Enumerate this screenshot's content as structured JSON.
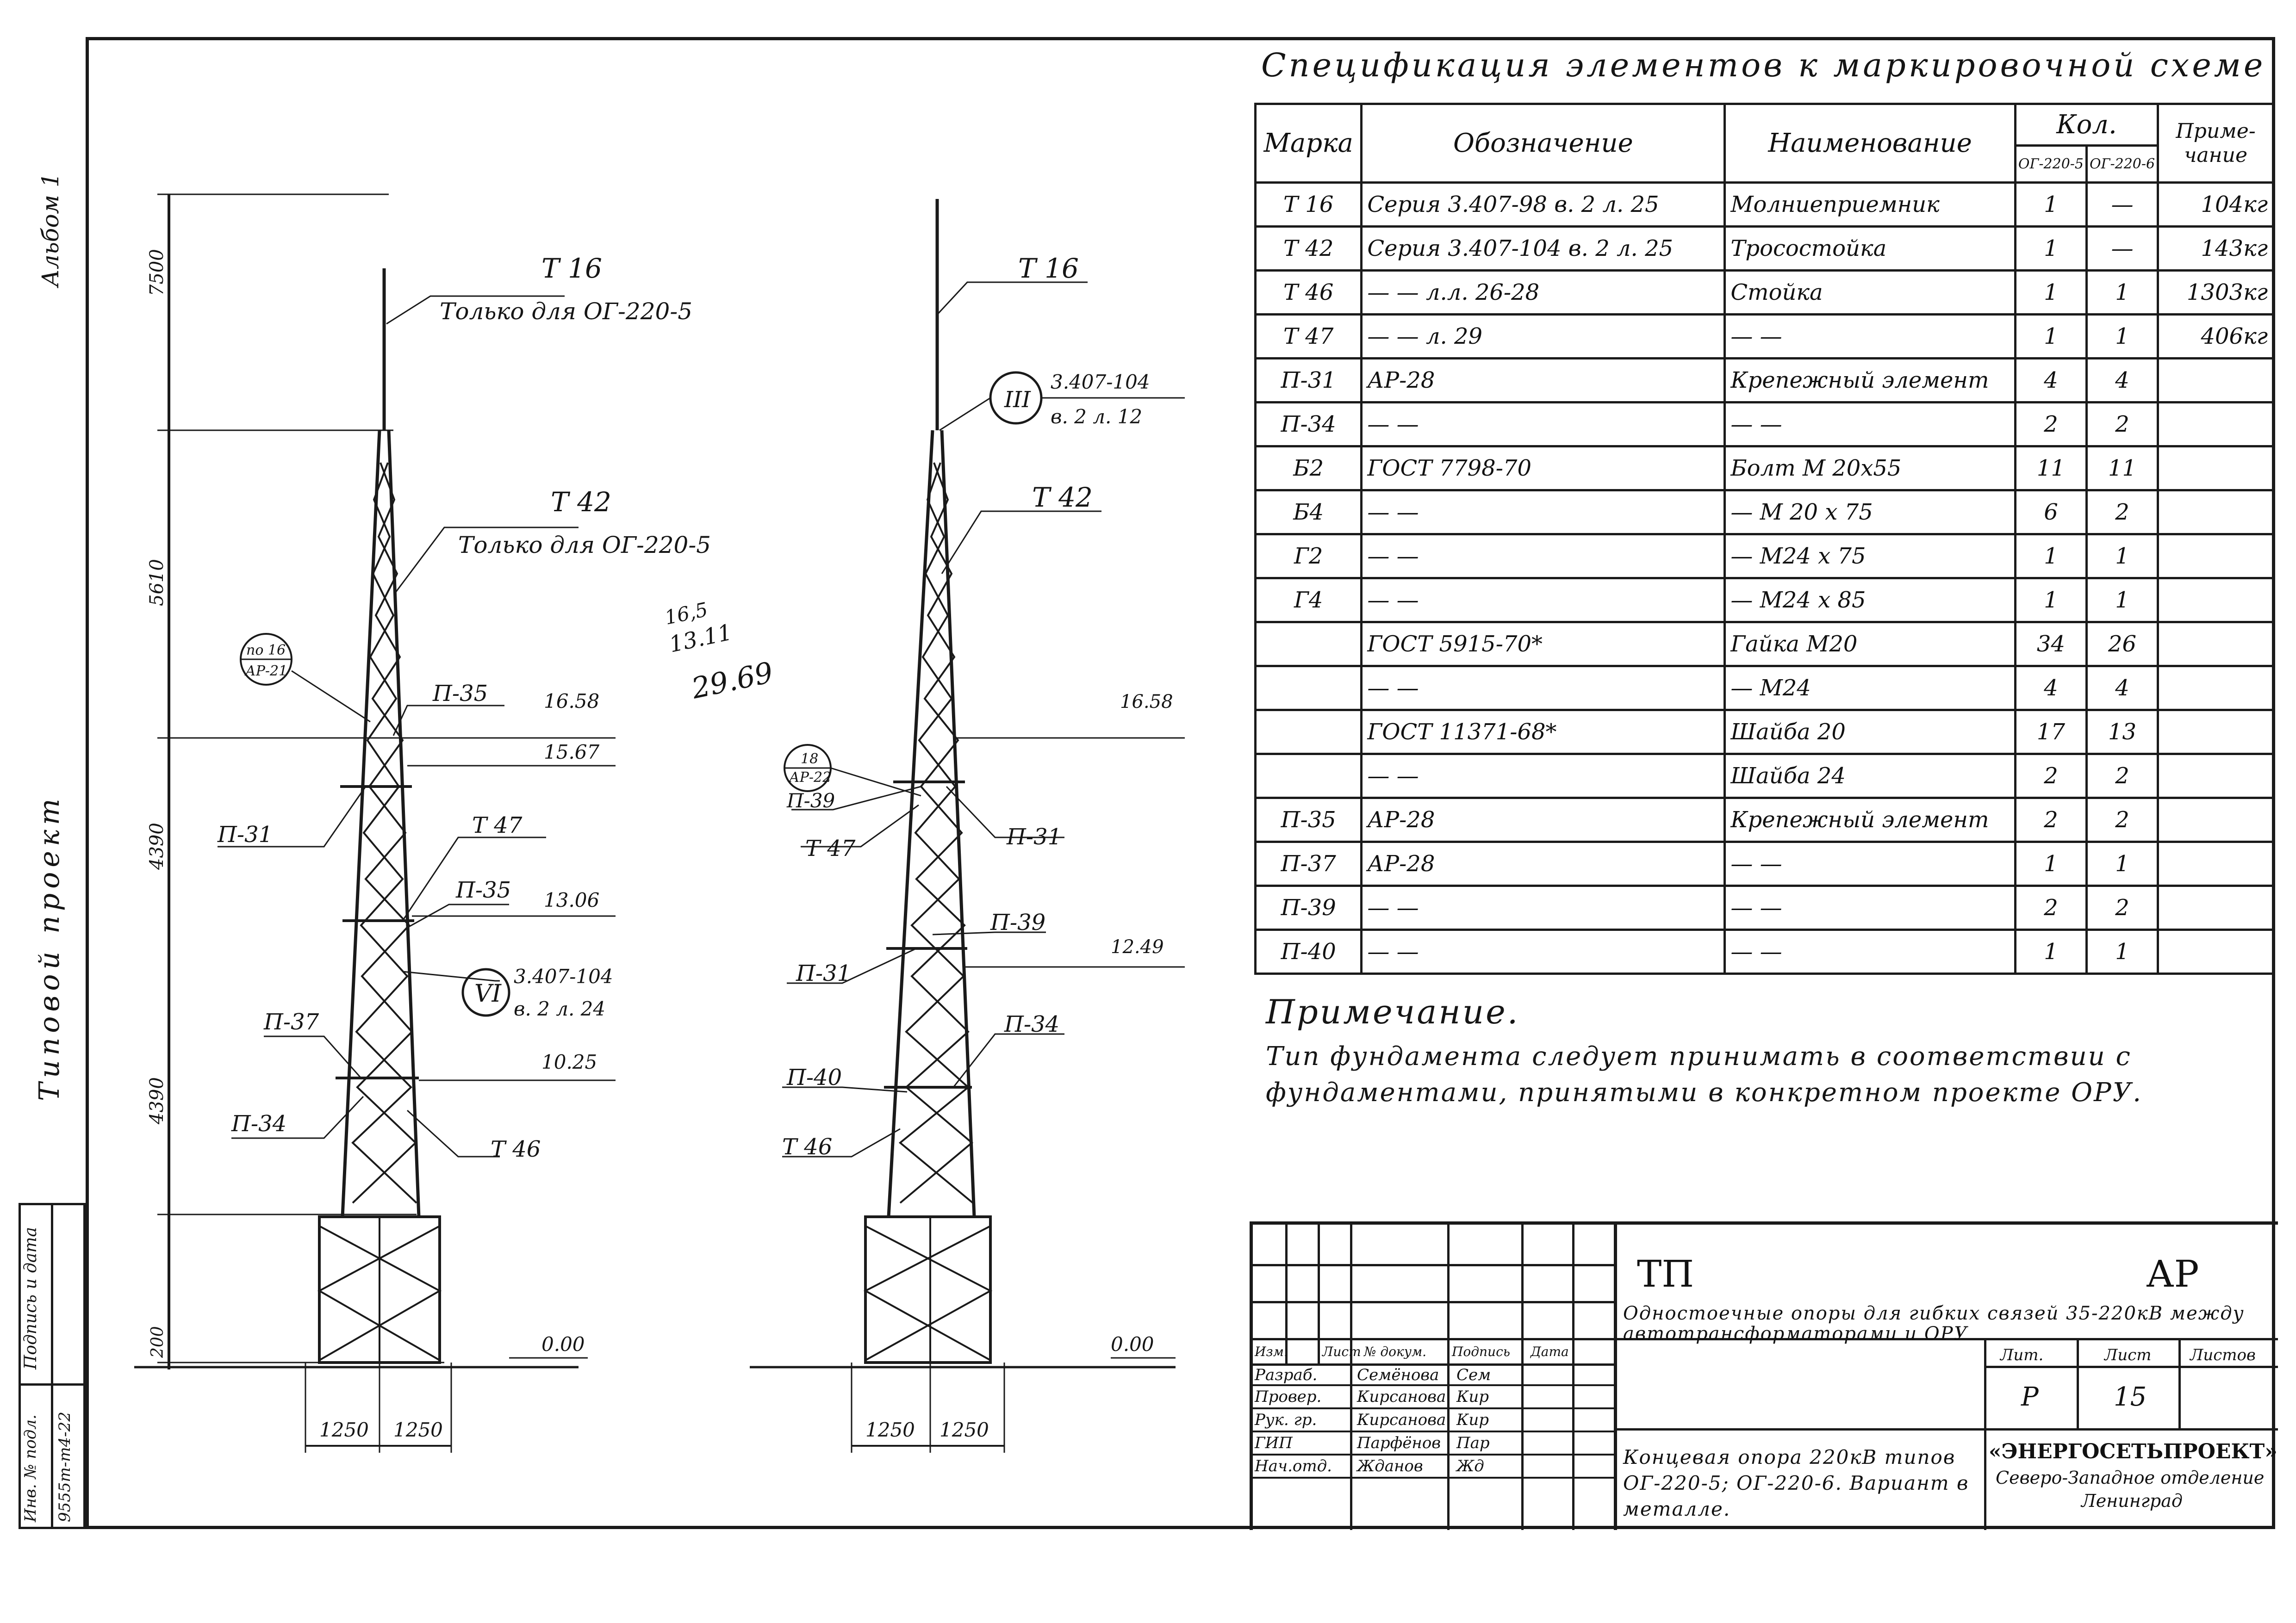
{
  "left_margin": {
    "stamp_top": "Альбом 1",
    "stamp_middle": "Типовой проект",
    "signature_label": "Подпись и дата",
    "inv_label": "Инв. № подл.",
    "inv_number": "9555т-т4-22"
  },
  "drawing": {
    "dims_left": [
      "7500",
      "5610",
      "4390",
      "4390",
      "200"
    ],
    "dims_bottom_left": [
      "1250",
      "1250"
    ],
    "dims_bottom_right": [
      "1250",
      "1250"
    ],
    "labels_left": {
      "t16": "Т 16",
      "t16_note": "Только для ОГ-220-5",
      "t42": "Т 42",
      "t42_note": "Только для ОГ-220-5",
      "ref1_top": "по 16",
      "ref1_bottom": "АР-21",
      "p35a": "П-35",
      "lvl1": "16.58",
      "lvl2": "15.67",
      "p31": "П-31",
      "t47": "Т 47",
      "p35b": "П-35",
      "lvl3": "13.06",
      "circle_vi": "VI",
      "vi_ref1": "3.407-104",
      "vi_ref2": "в. 2 л. 24",
      "p37": "П-37",
      "lvl4": "10.25",
      "p34": "П-34",
      "t46": "Т 46",
      "lvl0": "0.00"
    },
    "labels_right": {
      "t16": "Т 16",
      "circle_iii": "III",
      "iii_ref1": "3.407-104",
      "iii_ref2": "в. 2 л. 12",
      "t42": "Т 42",
      "lvl1": "16.58",
      "ref2_top": "18",
      "ref2_bottom": "АР-22",
      "p39a": "П-39",
      "t47": "Т 47",
      "p31a": "П-31",
      "p39b": "П-39",
      "lvl2": "12.49",
      "p31b": "П-31",
      "p34": "П-34",
      "p40": "П-40",
      "t46": "Т 46",
      "lvl0": "0.00"
    },
    "pencil_calc": [
      "16,5",
      "13.11",
      "29.69"
    ]
  },
  "spec": {
    "title": "Спецификация элементов к маркировочной схеме",
    "headers": {
      "mark": "Марка",
      "designation": "Обозначение",
      "name": "Наименование",
      "qty": "Кол.",
      "qty_a": "ОГ-220-5",
      "qty_b": "ОГ-220-6",
      "note": "Приме-чание"
    },
    "rows": [
      {
        "mark": "Т 16",
        "designation": "Серия 3.407-98 в. 2 л. 25",
        "name": "Молниеприемник",
        "qa": "1",
        "qb": "—",
        "note": "104кг"
      },
      {
        "mark": "Т 42",
        "designation": "Серия 3.407-104 в. 2 л. 25",
        "name": "Тросостойка",
        "qa": "1",
        "qb": "—",
        "note": "143кг"
      },
      {
        "mark": "Т 46",
        "designation": "— — л.л. 26-28",
        "name": "Стойка",
        "qa": "1",
        "qb": "1",
        "note": "1303кг"
      },
      {
        "mark": "Т 47",
        "designation": "— — л. 29",
        "name": "— —",
        "qa": "1",
        "qb": "1",
        "note": "406кг"
      },
      {
        "mark": "П-31",
        "designation": "АР-28",
        "name": "Крепежный элемент",
        "qa": "4",
        "qb": "4",
        "note": ""
      },
      {
        "mark": "П-34",
        "designation": "— —",
        "name": "— —",
        "qa": "2",
        "qb": "2",
        "note": ""
      },
      {
        "mark": "Б2",
        "designation": "ГОСТ 7798-70",
        "name": "Болт М 20х55",
        "qa": "11",
        "qb": "11",
        "note": ""
      },
      {
        "mark": "Б4",
        "designation": "— —",
        "name": "— М 20 х 75",
        "qa": "6",
        "qb": "2",
        "note": ""
      },
      {
        "mark": "Г2",
        "designation": "— —",
        "name": "— М24 х 75",
        "qa": "1",
        "qb": "1",
        "note": ""
      },
      {
        "mark": "Г4",
        "designation": "— —",
        "name": "— М24 х 85",
        "qa": "1",
        "qb": "1",
        "note": ""
      },
      {
        "mark": "",
        "designation": "ГОСТ 5915-70*",
        "name": "Гайка М20",
        "qa": "34",
        "qb": "26",
        "note": ""
      },
      {
        "mark": "",
        "designation": "— —",
        "name": "— М24",
        "qa": "4",
        "qb": "4",
        "note": ""
      },
      {
        "mark": "",
        "designation": "ГОСТ 11371-68*",
        "name": "Шайба 20",
        "qa": "17",
        "qb": "13",
        "note": ""
      },
      {
        "mark": "",
        "designation": "— —",
        "name": "Шайба 24",
        "qa": "2",
        "qb": "2",
        "note": ""
      },
      {
        "mark": "П-35",
        "designation": "АР-28",
        "name": "Крепежный элемент",
        "qa": "2",
        "qb": "2",
        "note": ""
      },
      {
        "mark": "П-37",
        "designation": "АР-28",
        "name": "— —",
        "qa": "1",
        "qb": "1",
        "note": ""
      },
      {
        "mark": "П-39",
        "designation": "— —",
        "name": "— —",
        "qa": "2",
        "qb": "2",
        "note": ""
      },
      {
        "mark": "П-40",
        "designation": "— —",
        "name": "— —",
        "qa": "1",
        "qb": "1",
        "note": ""
      }
    ]
  },
  "note": {
    "heading": "Примечание.",
    "text": "Тип фундамента следует принимать в соответствии с фундаментами, принятыми в конкретном проекте ОРУ."
  },
  "title_block": {
    "tp": "ТП",
    "ap": "АР",
    "project_title": "Одностоечные опоры для гибких связей 35-220кВ между автотрансформаторами и ОРУ",
    "col_izm": "Изм.",
    "col_list": "Лист",
    "col_doc": "№ докум.",
    "col_sign": "Подпись",
    "col_date": "Дата",
    "people": [
      {
        "role": "Разраб.",
        "name": "Семёнова",
        "sig": "Сем"
      },
      {
        "role": "Провер.",
        "name": "Кирсанова",
        "sig": "Кир"
      },
      {
        "role": "Рук. гр.",
        "name": "Кирсанова",
        "sig": "Кир"
      },
      {
        "role": "ГИП",
        "name": "Парфёнов",
        "sig": "Пар"
      },
      {
        "role": "Нач.отд.",
        "name": "Жданов",
        "sig": "Жд"
      }
    ],
    "lit_label": "Лит.",
    "sheet_label": "Лист",
    "sheets_label": "Листов",
    "lit_value": "Р",
    "sheet_value": "15",
    "sheet_title": "Концевая опора 220кВ типов ОГ-220-5; ОГ-220-6. Вариант в металле.",
    "org1": "«ЭНЕРГОСЕТЬПРОЕКТ»",
    "org2": "Северо-Западное отделение",
    "org3": "Ленинград"
  }
}
